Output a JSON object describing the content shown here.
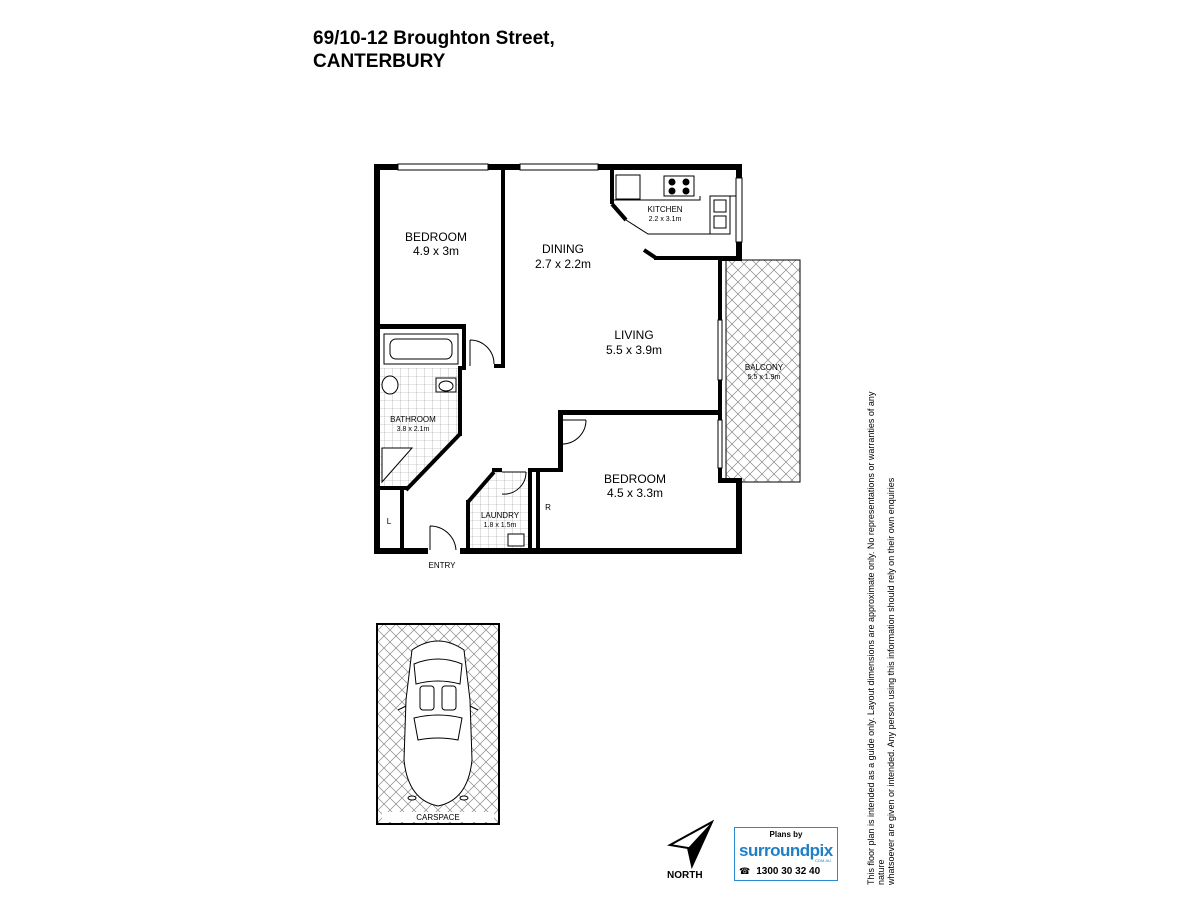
{
  "address": {
    "line1": "69/10-12 Broughton Street,",
    "line2": "CANTERBURY"
  },
  "rooms": {
    "bedroom1": {
      "name": "BEDROOM",
      "dims": "4.9 x 3m"
    },
    "dining": {
      "name": "DINING",
      "dims": "2.7 x 2.2m"
    },
    "kitchen": {
      "name": "KITCHEN",
      "dims": "2.2 x 3.1m"
    },
    "living": {
      "name": "LIVING",
      "dims": "5.5 x 3.9m"
    },
    "balcony": {
      "name": "BALCONY",
      "dims": "5.5 x 1.9m"
    },
    "bathroom": {
      "name": "BATHROOM",
      "dims": "3.8 x 2.1m"
    },
    "bedroom2": {
      "name": "BEDROOM",
      "dims": "4.5 x 3.3m"
    },
    "laundry": {
      "name": "LAUNDRY",
      "dims": "1.8 x 1.5m"
    }
  },
  "fixtures": {
    "linen": "L",
    "robe": "R"
  },
  "entry_label": "ENTRY",
  "carspace_label": "CARSPACE",
  "north_label": "NORTH",
  "disclaimer": {
    "line1": "This floor plan is intended as a guide only. Layout dimensions are approximate only. No representations or warranties of any nature",
    "line2": "whatsoever are given or intended. Any person using this information should rely on their own enquiries"
  },
  "logo": {
    "plans_by": "Plans by",
    "brand": "surroundpix",
    "domain": "COM.AU",
    "phone": "1300 30 32 40",
    "accent_color": "#1f7fc6"
  },
  "colors": {
    "wall": "#000000",
    "hatch": "#8a8a8a",
    "tile": "#9a9a9a"
  }
}
